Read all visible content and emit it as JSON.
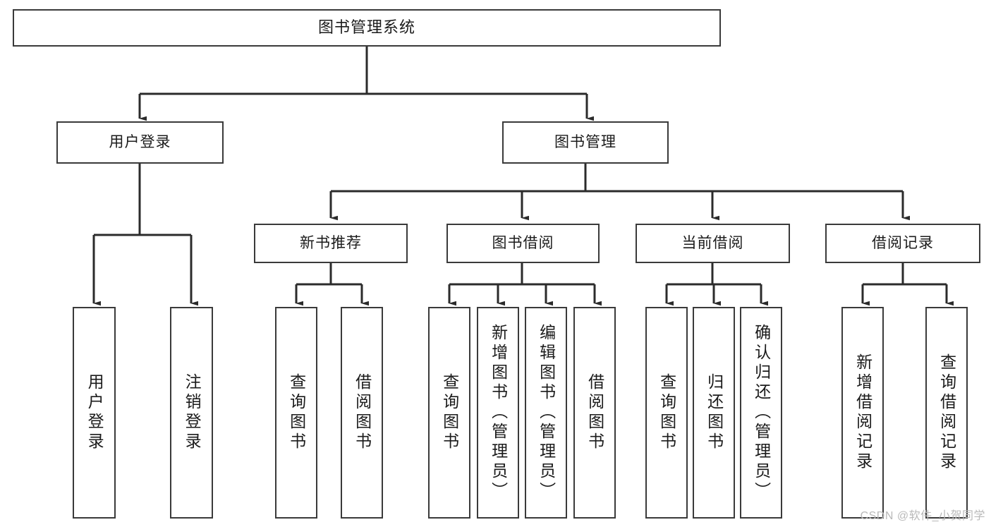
{
  "diagram": {
    "title": "图书管理系统",
    "type": "tree",
    "watermark": "CSDN @软件_小贺同学",
    "colors": {
      "box_border": "#3a3a3a",
      "box_fill": "#ffffff",
      "connector": "#2b2b2b",
      "text": "#1b1b1b",
      "watermark": "#b9b9b9",
      "background": "#ffffff"
    },
    "nodes": {
      "root": {
        "label": "图书管理系统"
      },
      "level2": [
        {
          "id": "user-login",
          "label": "用户登录"
        },
        {
          "id": "book-manage",
          "label": "图书管理"
        }
      ],
      "level3": [
        {
          "id": "new-book-recommend",
          "label": "新书推荐"
        },
        {
          "id": "book-borrow",
          "label": "图书借阅"
        },
        {
          "id": "current-borrow",
          "label": "当前借阅"
        },
        {
          "id": "borrow-record",
          "label": "借阅记录"
        }
      ],
      "leaves_user_login": [
        {
          "id": "leaf-user-login",
          "label": "用户登录"
        },
        {
          "id": "leaf-user-logout",
          "label": "注销登录"
        }
      ],
      "leaves_new_book_recommend": [
        {
          "id": "leaf-query-book-1",
          "label": "查询图书"
        },
        {
          "id": "leaf-borrow-book-1",
          "label": "借阅图书"
        }
      ],
      "leaves_book_borrow": [
        {
          "id": "leaf-query-book-2",
          "label": "查询图书"
        },
        {
          "id": "leaf-add-book",
          "label": "新增图书（管理员）"
        },
        {
          "id": "leaf-edit-book",
          "label": "编辑图书（管理员）"
        },
        {
          "id": "leaf-borrow-book-2",
          "label": "借阅图书"
        }
      ],
      "leaves_current_borrow": [
        {
          "id": "leaf-query-book-3",
          "label": "查询图书"
        },
        {
          "id": "leaf-return-book",
          "label": "归还图书"
        },
        {
          "id": "leaf-confirm-return",
          "label": "确认归还（管理员）"
        }
      ],
      "leaves_borrow_record": [
        {
          "id": "leaf-add-borrow-record",
          "label": "新增借阅记录"
        },
        {
          "id": "leaf-query-borrow-record",
          "label": "查询借阅记录"
        }
      ]
    }
  }
}
